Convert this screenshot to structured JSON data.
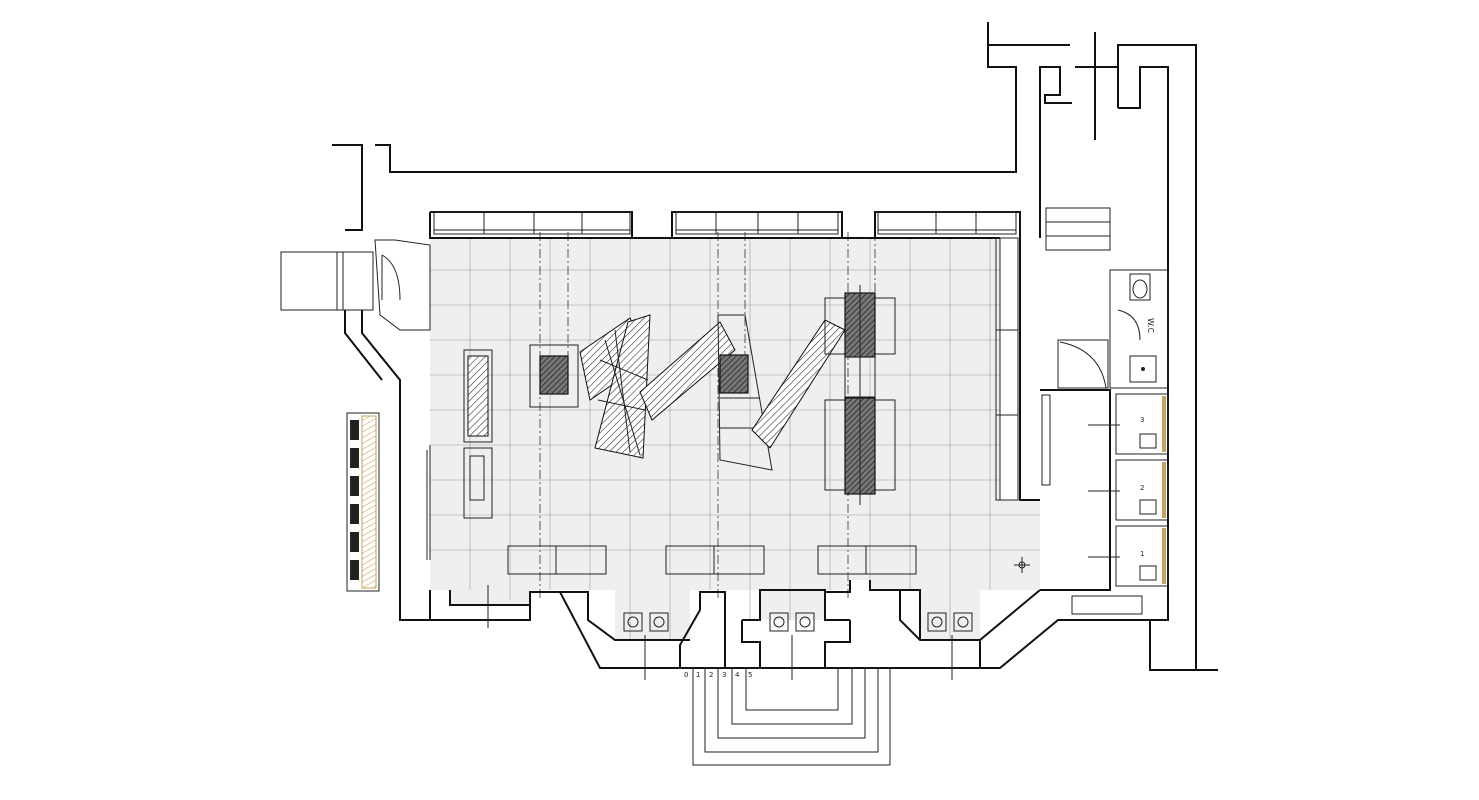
{
  "plan": {
    "wc_label": "W.C",
    "step_numbers": [
      "0",
      "1",
      "2",
      "3",
      "4",
      "5"
    ],
    "cubicle_numbers": [
      "3",
      "2",
      "1"
    ]
  },
  "colors": {
    "wall": "#111111",
    "floor": "#efefef",
    "grid": "#9a9a9a",
    "hatch_dark": "#444444",
    "wood": "#c8a060"
  }
}
